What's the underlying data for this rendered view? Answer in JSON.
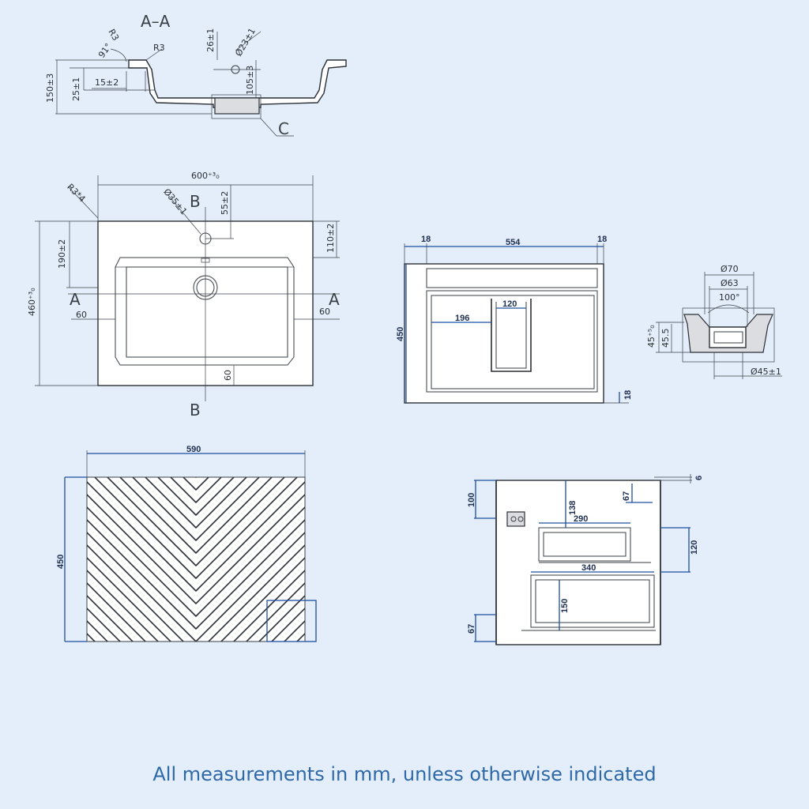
{
  "colors": {
    "background": "#e3eefa",
    "line": "#2b2f35",
    "dimension_blue": "#1f4fa0",
    "footer_text": "#2e68a8"
  },
  "section_aa": {
    "title": "A–A",
    "angle": "91°",
    "r3a": "R3",
    "r3b": "R3",
    "d26": "26±1",
    "d23": "Ø23±1",
    "d150": "150±3",
    "d25": "25±1",
    "d15": "15±2",
    "d105": "105±3",
    "detail_c": "C"
  },
  "top_view": {
    "width": "600⁺³₀",
    "radius": "R3*4",
    "hole": "Ø35±1",
    "b_top": "B",
    "b_bottom": "B",
    "d55": "55±2",
    "d110": "110±2",
    "d190": "190±2",
    "height": "460⁺³₀",
    "a_left": "A",
    "a_right": "A",
    "d60_left": "60",
    "d60_right": "60",
    "d60_bottom": "60"
  },
  "cabinet_front": {
    "d18_left": "18",
    "d554": "554",
    "d18_right": "18",
    "d120": "120",
    "d196": "196",
    "d450": "450",
    "d18_bottom": "18"
  },
  "drain_detail": {
    "d70": "Ø70",
    "d63": "Ø63",
    "angle": "100°",
    "d45tol": "45⁺⁵₀",
    "d45_5": "45.5",
    "d45_1": "Ø45±1"
  },
  "door_front": {
    "d590": "590",
    "d450": "450"
  },
  "side_section": {
    "d6": "6",
    "d100": "100",
    "d138": "138",
    "d67_top": "67",
    "d290": "290",
    "d120": "120",
    "d340": "340",
    "d150": "150",
    "d67_bottom": "67"
  },
  "footer": "All measurements in mm, unless otherwise indicated"
}
